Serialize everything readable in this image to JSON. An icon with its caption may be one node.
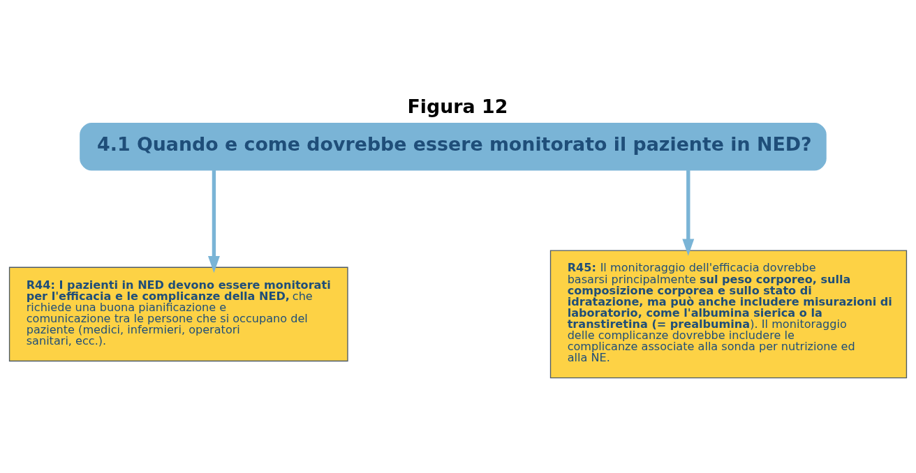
{
  "diagram": {
    "title": "Figura 12",
    "nodes": [
      {
        "text": [
          "4.1 Quando e come dovrebbe essere monitorato il paziente in NED?"
        ]
      },
      {
        "text": [
          "**R44: I pazienti in NED devono essere monitorati per l'efficacia e le complicanze della NED,** che richiede una buona pianificazione e comunicazione tra le persone che si occupano del paziente (medici, infermieri, operatori sanitari, ecc.)."
        ]
      },
      {
        "text": [
          "**R45:** Il monitoraggio dell'efficacia dovrebbe basarsi principalmente **sul peso corporeo, sulla composizione corporea e sullo stato di idratazione, ma può anche includere misurazioni di laboratorio, come l'albumina sierica o la transtiretina (= prealbumina**). Il monitoraggio delle complicanze dovrebbe includere le complicanze associate alla sonda per nutrizione ed alla NE."
        ]
      }
    ],
    "edges": [
      {
        "from": 0,
        "to": 1,
        "arrow": "to"
      },
      {
        "from": 0,
        "to": 2,
        "arrow": "to"
      }
    ]
  }
}
